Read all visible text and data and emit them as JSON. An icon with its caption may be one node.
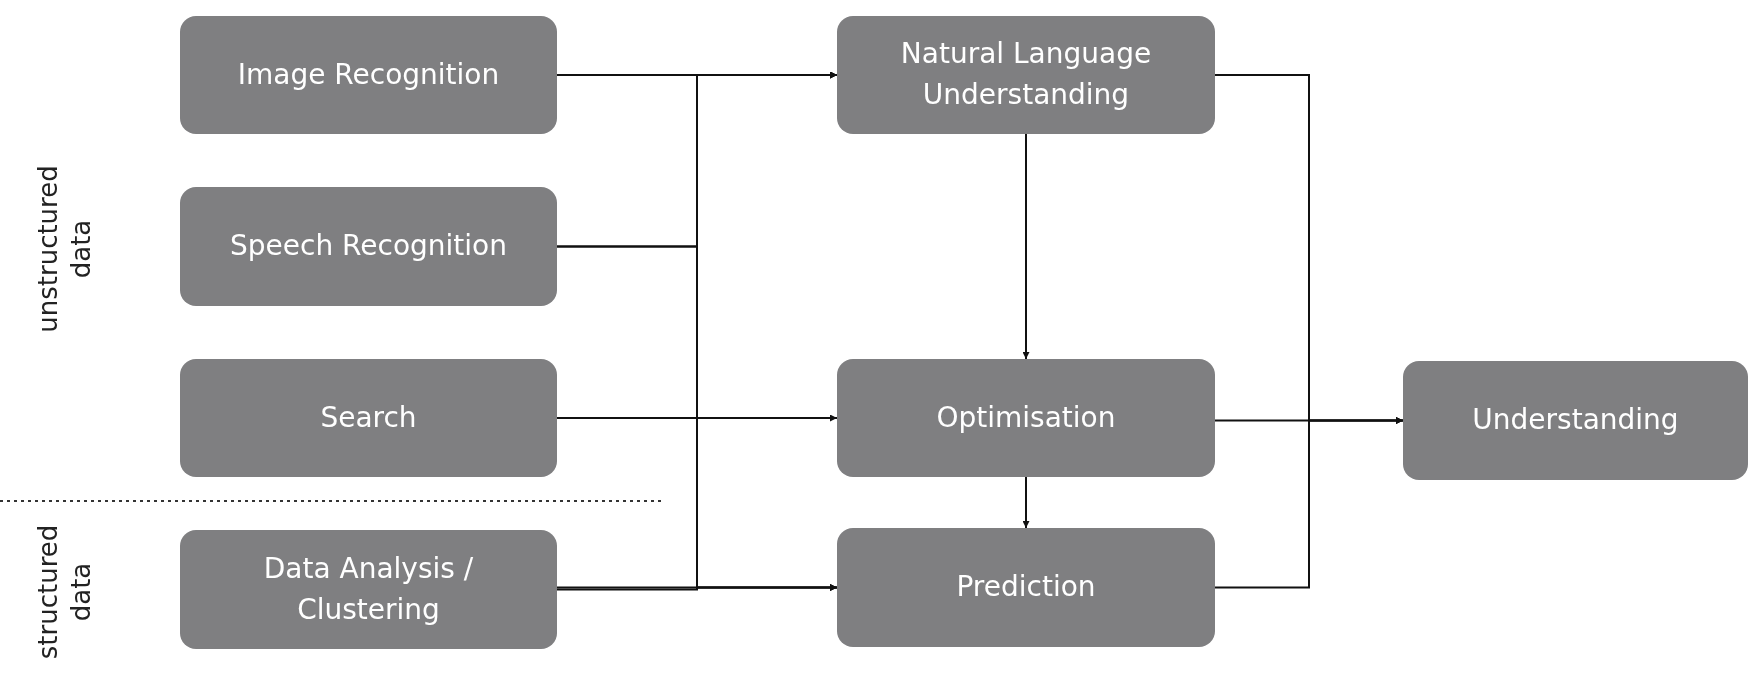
{
  "diagram": {
    "nodes": [
      {
        "text": [
          "Image Recognition"
        ]
      },
      {
        "text": [
          "Speech Recognition"
        ]
      },
      {
        "text": [
          "Search"
        ]
      },
      {
        "text": [
          "Data Analysis / Clustering"
        ]
      },
      {
        "text": [
          "Natural Language Understanding"
        ]
      },
      {
        "text": [
          "Optimisation"
        ]
      },
      {
        "text": [
          "Prediction"
        ]
      },
      {
        "text": [
          "Understanding"
        ]
      }
    ],
    "edges": [
      {
        "from": 0,
        "to": 4,
        "arrow": "to"
      },
      {
        "from": 0,
        "to": 6,
        "arrow": "to"
      },
      {
        "from": 1,
        "to": 4,
        "arrow": "to"
      },
      {
        "from": 1,
        "to": 6,
        "arrow": "to"
      },
      {
        "from": 3,
        "to": 4,
        "arrow": "to"
      },
      {
        "from": 3,
        "to": 6,
        "arrow": "to"
      },
      {
        "from": 2,
        "to": 5,
        "arrow": "to"
      },
      {
        "from": 4,
        "to": 5,
        "arrow": "to"
      },
      {
        "from": 5,
        "to": 6,
        "arrow": "to"
      },
      {
        "from": 4,
        "to": 7,
        "arrow": "to"
      },
      {
        "from": 5,
        "to": 7,
        "arrow": "to"
      },
      {
        "from": 6,
        "to": 7,
        "arrow": "to"
      }
    ],
    "labels": [
      "unstructured data",
      "structured data"
    ]
  }
}
